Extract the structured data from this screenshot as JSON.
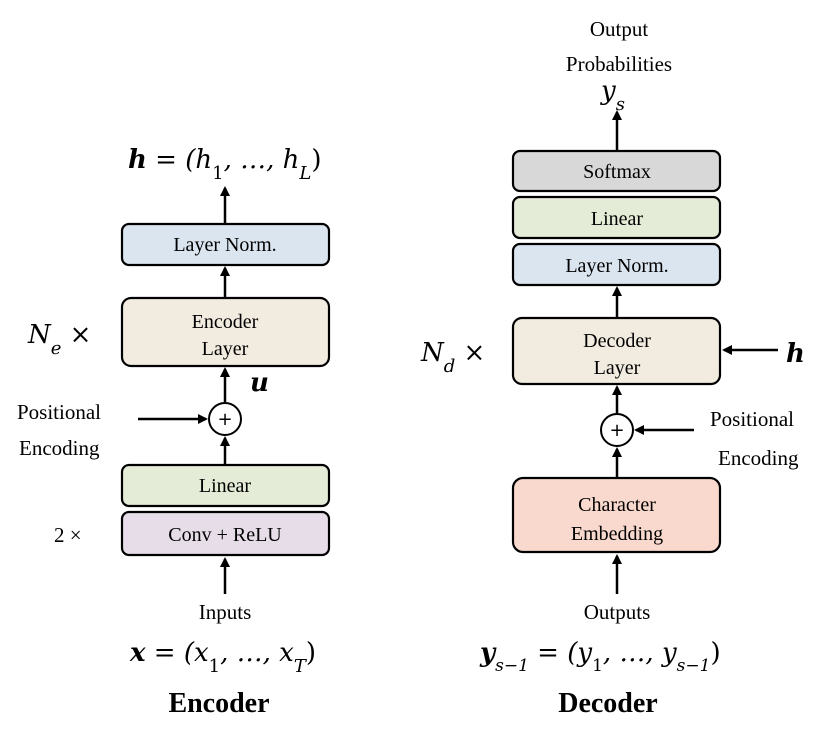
{
  "encoder": {
    "title": "Encoder",
    "output_h": "h",
    "output_eq": " = (h",
    "output_sub1": "1",
    "output_mid": ", …, h",
    "output_subL": "L",
    "output_close": ")",
    "layernorm": "Layer Norm.",
    "encoder_layer_line1": "Encoder",
    "encoder_layer_line2": "Layer",
    "ne": "N",
    "ne_sub": "e",
    "ne_times": " ×",
    "u": "u",
    "positional_line1": "Positional",
    "positional_line2": "Encoding",
    "plus": "+",
    "linear": "Linear",
    "conv": "Conv + ReLU",
    "two_times": "2 ×",
    "inputs": "Inputs",
    "input_x": "x",
    "input_eq": " = (x",
    "input_sub1": "1",
    "input_mid": ", …, x",
    "input_subT": "T",
    "input_close": ")"
  },
  "decoder": {
    "title": "Decoder",
    "output_line1": "Output",
    "output_line2": "Probabilities",
    "ys": "y",
    "ys_sub": "s",
    "softmax": "Softmax",
    "linear": "Linear",
    "layernorm": "Layer Norm.",
    "decoder_layer_line1": "Decoder",
    "decoder_layer_line2": "Layer",
    "nd": "N",
    "nd_sub": "d",
    "nd_times": " ×",
    "h": "h",
    "plus": "+",
    "positional_line1": "Positional",
    "positional_line2": "Encoding",
    "char_line1": "Character",
    "char_line2": "Embedding",
    "outputs": "Outputs",
    "in_y": "y",
    "in_y_sub": "s−1",
    "in_eq": " = (y",
    "in_sub1": "1",
    "in_mid": ", …, y",
    "in_subs": "s−1",
    "in_close": ")"
  },
  "colors": {
    "layernorm": "#dbe5f0",
    "encoder_layer": "#f2ebe0",
    "linear": "#e4ebd6",
    "conv": "#e6dde9",
    "softmax": "#d8d8d8",
    "char_embedding": "#f9d9cd",
    "stroke": "#000000"
  }
}
